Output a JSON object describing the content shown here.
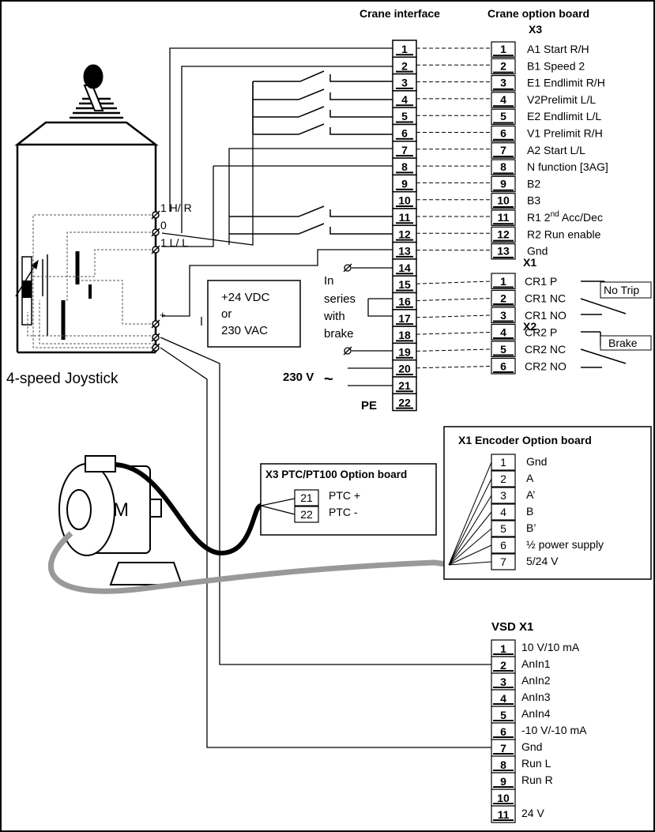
{
  "headers": {
    "crane_interface": "Crane interface",
    "crane_option_board": "Crane option board",
    "x3": "X3",
    "x1": "X1",
    "x2": "X2"
  },
  "joystick": {
    "label": "4-speed Joystick",
    "pos_hr": "1 H/ R",
    "pos_zero": "0",
    "pos_ll": "1 L/ L",
    "plus": "+"
  },
  "crane_interface_terminals": [
    "1",
    "2",
    "3",
    "4",
    "5",
    "6",
    "7",
    "8",
    "9",
    "10",
    "11",
    "12",
    "13",
    "14",
    "15",
    "16",
    "17",
    "18",
    "19",
    "20",
    "21",
    "22"
  ],
  "x3_option_board": [
    {
      "num": "1",
      "label": "A1 Start R/H"
    },
    {
      "num": "2",
      "label": "B1 Speed 2"
    },
    {
      "num": "3",
      "label": "E1 Endlimit R/H"
    },
    {
      "num": "4",
      "label": "V2Prelimit L/L"
    },
    {
      "num": "5",
      "label": "E2 Endlimit L/L"
    },
    {
      "num": "6",
      "label": "V1 Prelimit R/H"
    },
    {
      "num": "7",
      "label": "A2 Start L/L"
    },
    {
      "num": "8",
      "label": "N function [3AG]"
    },
    {
      "num": "9",
      "label": "B2"
    },
    {
      "num": "10",
      "label": "B3"
    },
    {
      "num": "11",
      "label": "R1 2nd Acc/Dec"
    },
    {
      "num": "12",
      "label": "R2 Run enable"
    },
    {
      "num": "13",
      "label": "Gnd"
    }
  ],
  "x1_relays": [
    {
      "num": "1",
      "label": "CR1 P"
    },
    {
      "num": "2",
      "label": "CR1 NC"
    },
    {
      "num": "3",
      "label": "CR1 NO"
    }
  ],
  "x2_relays": [
    {
      "num": "4",
      "label": "CR2 P"
    },
    {
      "num": "5",
      "label": "CR2 NC"
    },
    {
      "num": "6",
      "label": "CR2 NO"
    }
  ],
  "relay_labels": {
    "no_trip": "No Trip",
    "brake": "Brake"
  },
  "power_supply": {
    "line1": "+24 VDC",
    "line2": "or",
    "line3": "230 VAC"
  },
  "series_note": {
    "line1": "In",
    "line2": "series",
    "line3": "with",
    "line4": "brake"
  },
  "mains": {
    "voltage": "230 V",
    "tilde": "~",
    "pe": "PE"
  },
  "motor": {
    "label": "M"
  },
  "ptc_board": {
    "title": "X3 PTC/PT100 Option board",
    "rows": [
      {
        "num": "21",
        "label": "PTC +"
      },
      {
        "num": "22",
        "label": "PTC -"
      }
    ]
  },
  "encoder_board": {
    "title": "X1 Encoder Option board",
    "rows": [
      {
        "num": "1",
        "label": "Gnd"
      },
      {
        "num": "2",
        "label": "A"
      },
      {
        "num": "3",
        "label": "A’"
      },
      {
        "num": "4",
        "label": "B"
      },
      {
        "num": "5",
        "label": "B’"
      },
      {
        "num": "6",
        "label": "½ power supply"
      },
      {
        "num": "7",
        "label": "5/24 V"
      }
    ]
  },
  "vsd": {
    "title": "VSD X1",
    "rows": [
      {
        "num": "1",
        "label": "10 V/10 mA"
      },
      {
        "num": "2",
        "label": "AnIn1"
      },
      {
        "num": "3",
        "label": "AnIn2"
      },
      {
        "num": "4",
        "label": "AnIn3"
      },
      {
        "num": "5",
        "label": "AnIn4"
      },
      {
        "num": "6",
        "label": "-10 V/-10 mA"
      },
      {
        "num": "7",
        "label": "Gnd"
      },
      {
        "num": "8",
        "label": "Run L"
      },
      {
        "num": "9",
        "label": "Run R"
      },
      {
        "num": "10",
        "label": ""
      },
      {
        "num": "11",
        "label": "24 V"
      }
    ]
  }
}
